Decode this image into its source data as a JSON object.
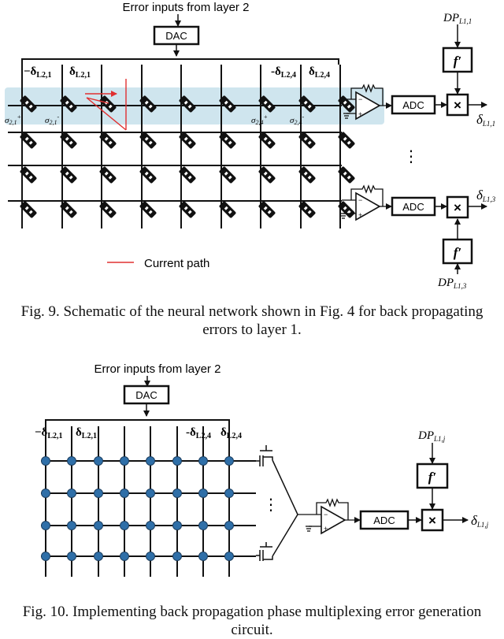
{
  "fig9": {
    "header": "Error inputs from layer 2",
    "dac": "DAC",
    "delta_neg_1": "−δ",
    "delta_pos_1": "δ",
    "delta_neg_4": "-δ",
    "delta_pos_4": "δ",
    "sub_1": "L2,1",
    "sub_4": "L2,4",
    "sigma_21p": "σ",
    "sigma_21m": "σ",
    "sigma_24p": "σ",
    "sigma_24m": "σ",
    "sigma_sub_1": "2,1",
    "sigma_sub_4": "2,4",
    "sup_plus": "+",
    "sup_minus": "-",
    "dp_top": "DP",
    "dp_top_sub": "L1,1",
    "dp_bottom": "DP",
    "dp_bottom_sub": "L1,3",
    "fprime": "f′",
    "adc": "ADC",
    "mult": "×",
    "out_top": "δ",
    "out_top_sub": "L1,1",
    "out_bottom": "δ",
    "out_bottom_sub": "L1,3",
    "ellipsis": "⋮",
    "legend": "Current path",
    "caption": "Fig. 9. Schematic of the neural network shown in Fig. 4 for back propagating errors to layer 1."
  },
  "fig10": {
    "header": "Error inputs from layer 2",
    "dac": "DAC",
    "delta_neg_1": "−δ",
    "delta_pos_1": "δ",
    "delta_neg_4": "-δ",
    "delta_pos_4": "δ",
    "sub_1": "L2,1",
    "sub_4": "L2,4",
    "dp": "DP",
    "dp_sub": "L1,j",
    "fprime": "f′",
    "adc": "ADC",
    "mult": "×",
    "out": "δ",
    "out_sub": "L1,j",
    "ellipsis": "⋮",
    "caption": "Fig. 10. Implementing back propagation phase multiplexing error generation circuit."
  },
  "colors": {
    "highlight": "#cfe5ee",
    "current_path": "#e03030",
    "node": "#2f6fa8",
    "ink": "#111111"
  }
}
